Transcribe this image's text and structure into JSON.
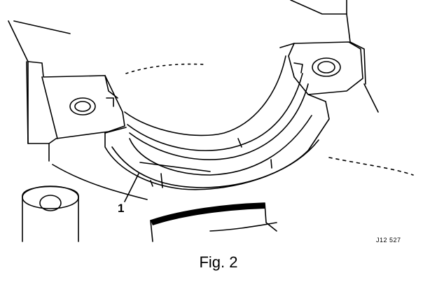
{
  "figure": {
    "callout_label": "1",
    "reference_code": "J12 527",
    "caption": "Fig. 2"
  }
}
